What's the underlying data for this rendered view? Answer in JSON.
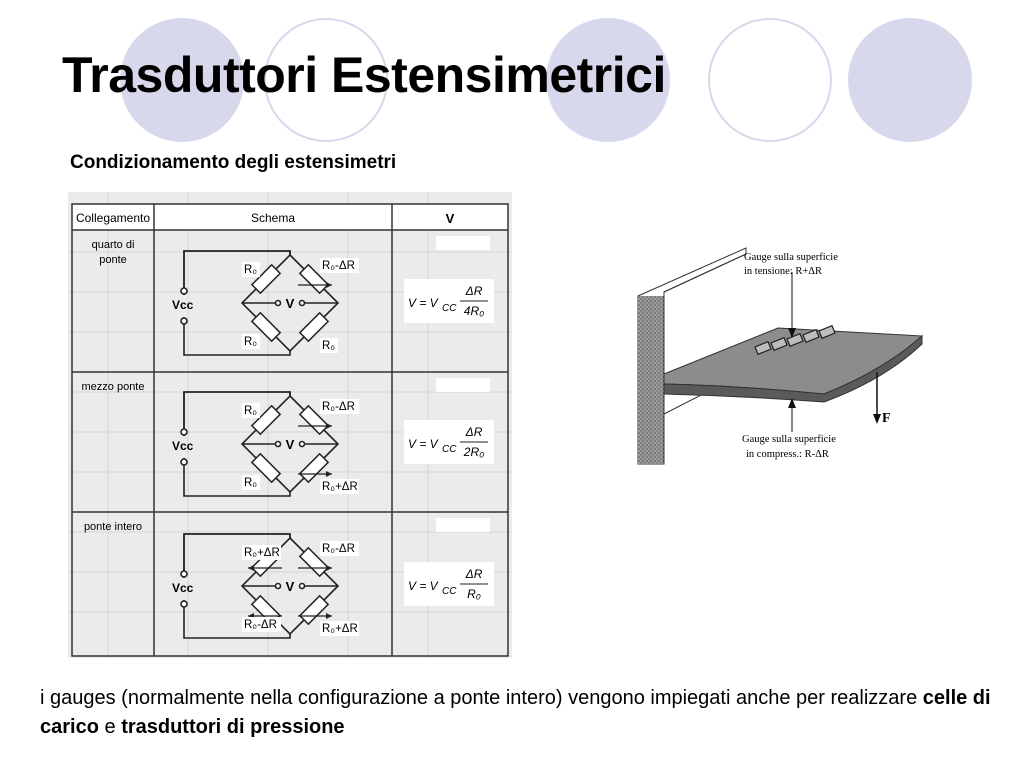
{
  "slide": {
    "title": "Trasduttori Estensimetrici",
    "subtitle": "Condizionamento degli estensimetri"
  },
  "table": {
    "headers": [
      "Collegamento",
      "Schema",
      "V"
    ],
    "rows": [
      {
        "connection_line1": "quarto di",
        "connection_line2": "ponte",
        "labels": {
          "top_left": "R₀",
          "top_right": "R₀-ΔR",
          "bottom_left": "R₀",
          "bottom_right": "R₀"
        },
        "formula": {
          "lhs": "V = V",
          "sub": "CC",
          "num": "ΔR",
          "den": "4R₀"
        }
      },
      {
        "connection_line1": "mezzo ponte",
        "connection_line2": "",
        "labels": {
          "top_left": "R₀",
          "top_right": "R₀-ΔR",
          "bottom_left": "R₀",
          "bottom_right": "R₀+ΔR"
        },
        "formula": {
          "lhs": "V = V",
          "sub": "CC",
          "num": "ΔR",
          "den": "2R₀"
        }
      },
      {
        "connection_line1": "ponte intero",
        "connection_line2": "",
        "labels": {
          "top_left": "R₀+ΔR",
          "top_right": "R₀-ΔR",
          "bottom_left": "R₀-ΔR",
          "bottom_right": "R₀+ΔR"
        },
        "formula": {
          "lhs": "V = V",
          "sub": "CC",
          "num": "ΔR",
          "den": "R₀"
        }
      }
    ],
    "source_label": "Vcc",
    "output_label": "V"
  },
  "beam": {
    "top_label_line1": "Gauge sulla superficie",
    "top_label_line2": "in tensione: R+ΔR",
    "bottom_label_line1": "Gauge sulla superficie",
    "bottom_label_line2": "in compress.: R-ΔR",
    "force_label": "F"
  },
  "caption": {
    "part1": "i gauges (normalmente nella configurazione a ponte intero) vengono impiegati anche per  realizzare ",
    "bold1": "celle di carico",
    "part2": " e  ",
    "bold2": "trasduttori di pressione"
  },
  "colors": {
    "circle": "#d8d8ec",
    "table_bg": "#ebebeb",
    "line": "#222222"
  }
}
